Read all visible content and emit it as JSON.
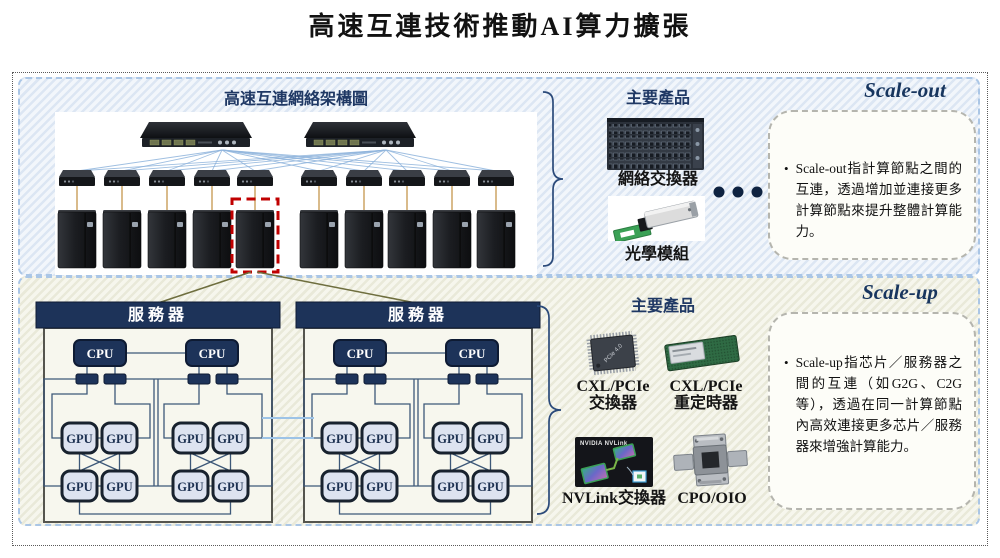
{
  "title": "高速互連技術推動AI算力擴張",
  "architecture": {
    "label": "高速互連網絡架構圖"
  },
  "server": {
    "header": "服務器",
    "cpu_label": "CPU",
    "gpu_label": "GPU"
  },
  "scale_out": {
    "title": "Scale-out",
    "products_label": "主要產品",
    "product1_label": "網絡交換器",
    "product2_label": "光學模組",
    "description": "Scale-out指計算節點之間的互連，透過增加並連接更多計算節點來提升整體計算能力。"
  },
  "scale_up": {
    "title": "Scale-up",
    "products_label": "主要產品",
    "product1_line1": "CXL/PCIe",
    "product1_line2": "交換器",
    "product2_line1": "CXL/PCIe",
    "product2_line2": "重定時器",
    "product3_label": "NVLink交換器",
    "product4_label": "CPO/OIO",
    "nvlink_image_text": "NVIDIA NVLink",
    "description": "Scale-up指芯片／服務器之間的互連（如G2G、C2G等），透過在同一計算節點內高效連接更多芯片／服務器來增強計算能力。"
  },
  "colors": {
    "navy": "#1f3864",
    "highlight_red": "#c00000",
    "fan_line_blue": "#8fb4dc",
    "wire_slate": "#3d5878",
    "hatch_blue": "#dce6f3",
    "hatch_beige": "#e9e9d9"
  }
}
